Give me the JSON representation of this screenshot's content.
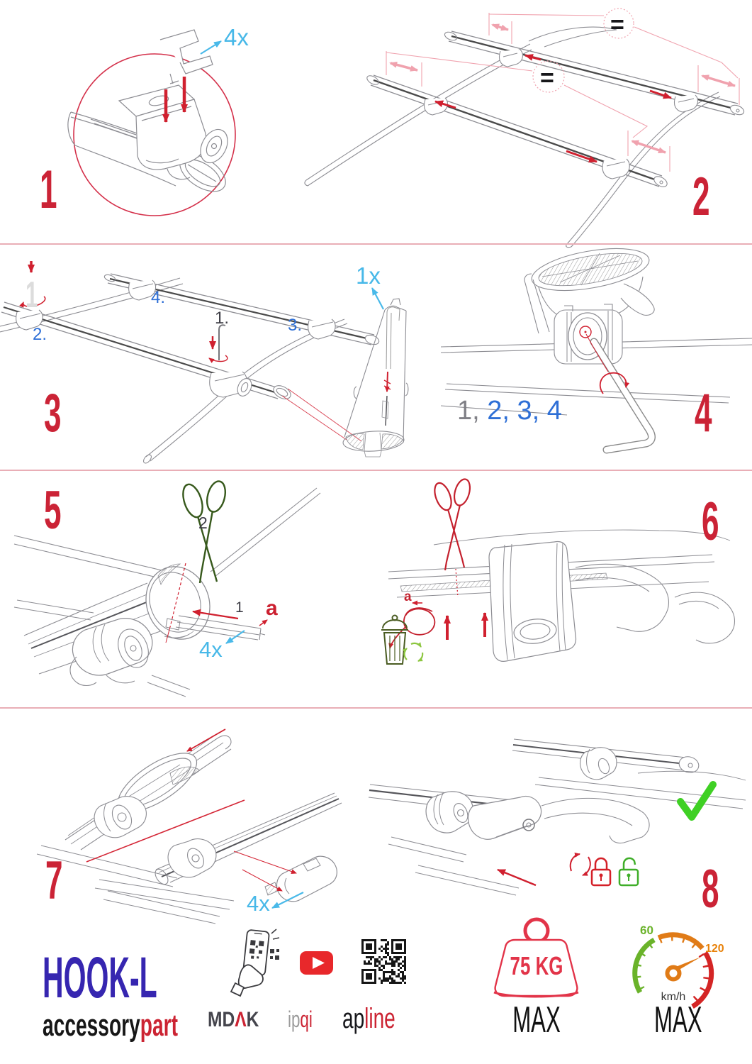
{
  "steps": {
    "s1": {
      "num": "1",
      "qty": "4x"
    },
    "s2": {
      "num": "2",
      "eq1": "=",
      "eq2": "="
    },
    "s3": {
      "num": "3",
      "qty": "1x",
      "order1": "1.",
      "order2": "2.",
      "order3": "3.",
      "order4": "4.",
      "ghost": "1"
    },
    "s4": {
      "num": "4",
      "seq_done": "1,",
      "seq_todo": " 2, 3, 4"
    },
    "s5": {
      "num": "5",
      "cut_label": "2",
      "strip_label": "1",
      "dim_label": "a",
      "qty": "4x"
    },
    "s6": {
      "num": "6",
      "dim_label": "a"
    },
    "s7": {
      "num": "7",
      "qty": "4x"
    },
    "s8": {
      "num": "8"
    }
  },
  "branding": {
    "product": "HOOK-L",
    "maker_black": "accessory",
    "maker_red": "part",
    "mdak_pre": "MD",
    "mdak_a": "Λ",
    "mdak_post": "K",
    "ipqi_gray": "ip",
    "ipqi_red": "qi",
    "apline_black": "ap",
    "apline_red": "line"
  },
  "limits": {
    "weight_value": "75 KG",
    "weight_max": "MAX",
    "speed_low": "60",
    "speed_high": "120",
    "speed_unit": "km/h",
    "speed_max": "MAX"
  },
  "colors": {
    "accent_red": "#cb2336",
    "label_blue": "#47b8e8",
    "list_blue": "#2e6fd6",
    "pink": "#f0a2ae",
    "green_check": "#3fd024",
    "lock_red": "#d42028",
    "lock_green": "#3fae29",
    "scissors_green": "#37591c",
    "scissors_red": "#c4212e",
    "bin_green": "#4a5c22",
    "recycle_green": "#8cc63f",
    "brand_indigo": "#3626b0",
    "brand_red": "#cc2433",
    "gauge_green": "#6ab32a",
    "gauge_orange": "#e07b17",
    "gauge_red": "#d42525",
    "weight_red": "#e23449"
  }
}
